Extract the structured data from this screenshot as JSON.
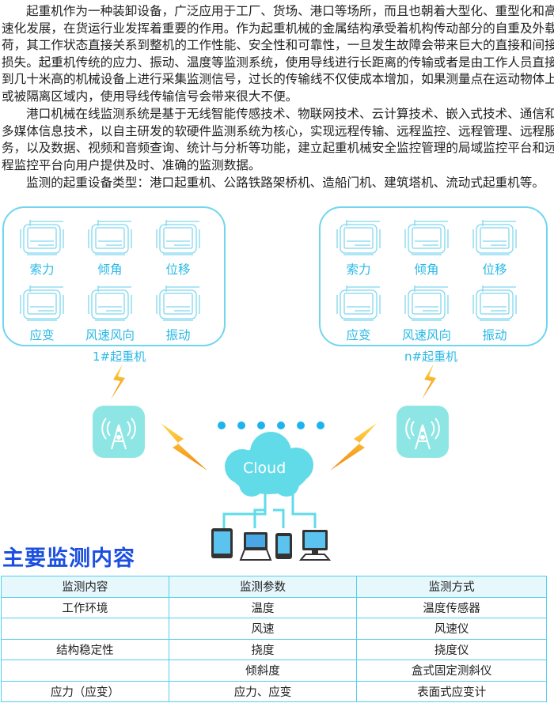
{
  "intro": {
    "paragraphs": [
      [
        "起重机作为一种装卸设备，广泛应用于工厂、货场、港口等场所，而且也朝着大型化、重型化和高",
        "速化发展，在货运行业发挥着重要的作用。作为起重机械的金属结构承受着机构传动部分的自重及外载",
        "荷，其工作状态直接关系到整机的工作性能、安全性和可靠性，一旦发生故障会带来巨大的直接和间接",
        "损失。起重机传统的应力、振动、温度等监测系统，使用导线进行长距离的传输或者是由工作人员直接",
        "到几十米高的机械设备上进行采集监测信号，过长的传输线不仅使成本增加，如果测量点在运动物体上",
        "或被隔离区域内，使用导线传输信号会带来很大不便。"
      ],
      [
        "港口机械在线监测系统是基于无线智能传感技术、物联网技术、云计算技术、嵌入式技术、通信和",
        "多媒体信息技术，以自主研发的软硬件监测系统为核心，实现远程传输、远程监控、远程管理、远程服",
        "务，以及数据、视频和音频查询、统计与分析等功能，建立起重机械安全监控管理的局域监控平台和远",
        "程监控平台向用户提供及时、准确的监测数据。"
      ],
      [
        "监测的起重设备类型：港口起重机、公路铁路架桥机、造船门机、建筑塔机、流动式起重机等。"
      ]
    ]
  },
  "diagram": {
    "sensors": [
      "索力",
      "倾角",
      "位移",
      "应变",
      "风速风向",
      "振动"
    ],
    "crane_left": "1#起重机",
    "crane_right": "n#起重机",
    "cloud_label": "Cloud",
    "accent": "#29b9e6"
  },
  "section_title": "主要监测内容",
  "table": {
    "headers": [
      "监测内容",
      "监测参数",
      "监测方式"
    ],
    "rows": [
      [
        "工作环境",
        "温度",
        "温度传感器"
      ],
      [
        "",
        "风速",
        "风速仪"
      ],
      [
        "结构稳定性",
        "挠度",
        "挠度仪"
      ],
      [
        "",
        "倾斜度",
        "盒式固定测斜仪"
      ],
      [
        "应力（应变）",
        "应力、应变",
        "表面式应变计"
      ]
    ]
  }
}
